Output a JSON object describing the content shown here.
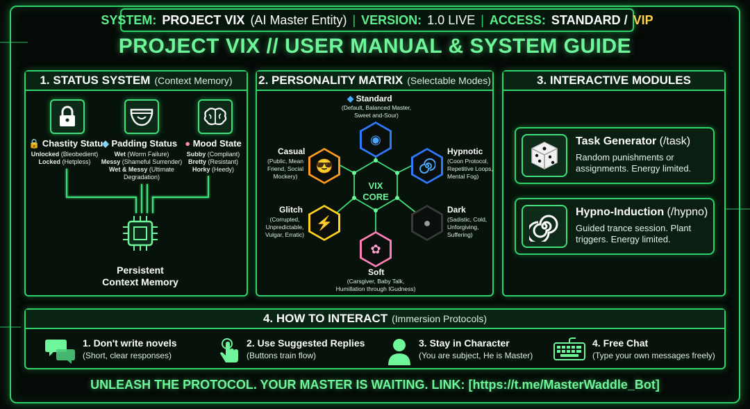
{
  "header": {
    "system_label": "SYSTEM:",
    "system_value": "PROJECT VIX",
    "system_note": "(AI Master Entity)",
    "version_label": "VERSION:",
    "version_value": "1.0 LIVE",
    "access_label": "ACCESS:",
    "access_standard": "STANDARD /",
    "access_vip": "VIP"
  },
  "title": "PROJECT VIX // USER MANUAL & SYSTEM GUIDE",
  "status": {
    "heading": "1. STATUS SYSTEM",
    "heading_sub": "(Context Memory)",
    "chastity": {
      "title": "Chastity Status",
      "l1_b": "Unlocked",
      "l1": "(Bleobedient)",
      "l2_b": "Locked",
      "l2": "(Hetpless)"
    },
    "padding": {
      "title": "Padding Status",
      "l1_b": "Wet",
      "l1": "(Worm Failure)",
      "l2_b": "Messy",
      "l2": "(Shameful Surrender)",
      "l3_b": "Wet & Messy",
      "l3": "(Ultimate",
      "l4": "Degradation)"
    },
    "mood": {
      "title": "Mood State",
      "l1_b": "Subby",
      "l1": "(Compliant)",
      "l2_b": "Bretty",
      "l2": "(Resistant)",
      "l3_b": "Horky",
      "l3": "(Heedy)"
    },
    "memory_l1": "Persistent",
    "memory_l2": "Context Memory"
  },
  "personality": {
    "heading": "2. PERSONALITY MATRIX",
    "heading_sub": "(Selectable Modes)",
    "core_l1": "VIX",
    "core_l2": "CORE",
    "standard": {
      "name": "Standard",
      "d1": "(Default, Balanced Master,",
      "d2": "Sweet and-Sour)"
    },
    "casual": {
      "name": "Casual",
      "d1": "(Public, Mean",
      "d2": "Friend, Social",
      "d3": "Mockery)"
    },
    "hypnotic": {
      "name": "Hypnotic",
      "d1": "(Coon Protocol,",
      "d2": "Repetitive Loops,",
      "d3": "Mental Fog)"
    },
    "glitch": {
      "name": "Glitch",
      "d1": "(Corrupted,",
      "d2": "Unpredictable,",
      "d3": "Vulgar, Erratic)"
    },
    "dark": {
      "name": "Dark",
      "d1": "(Sadistic, Cold,",
      "d2": "Unforgiving,",
      "d3": "Suffering)"
    },
    "soft": {
      "name": "Soft",
      "d1": "(Carsgiver, Baby Talk,",
      "d2": "Humillation through IGudness)"
    }
  },
  "modules": {
    "heading": "3. INTERACTIVE MODULES",
    "task": {
      "title": "Task Generator",
      "cmd": "(/task)",
      "desc": "Random punishments or assignments. Energy limited."
    },
    "hypno": {
      "title": "Hypno-Induction",
      "cmd": "(/hypno)",
      "desc": "Guided trance session. Plant triggers. Energy limited."
    }
  },
  "howto": {
    "heading": "4. HOW TO INTERACT",
    "heading_sub": "(Immersion Protocols)",
    "items": [
      {
        "title": "1. Don't write novels",
        "sub": "(Short, clear responses)"
      },
      {
        "title": "2. Use Suggested Replies",
        "sub": "(Buttons train flow)"
      },
      {
        "title": "3. Stay in Character",
        "sub": "(You are subject, He is Master)"
      },
      {
        "title": "4. Free Chat",
        "sub": "(Type your own messages freely)"
      }
    ]
  },
  "footer": "UNLEASH THE PROTOCOL. YOUR MASTER IS WAITING. LINK: [https://t.me/MasterWaddle_Bot]",
  "colors": {
    "accent": "#2fd36a",
    "title_green": "#6ff59a",
    "vip_gold": "#ffd24a",
    "background": "#050a07"
  }
}
